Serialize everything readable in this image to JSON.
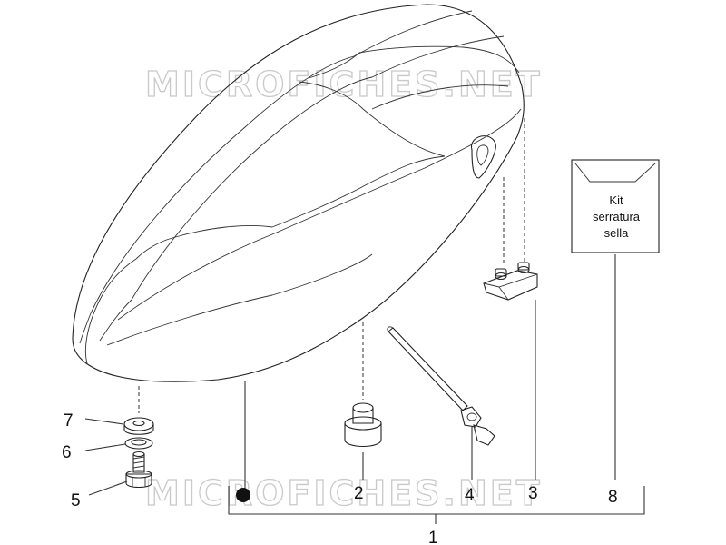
{
  "watermark": "MICROFICHES.NET",
  "kit": {
    "lines": [
      "Kit",
      "serratura",
      "sella"
    ]
  },
  "callouts": {
    "c1": "1",
    "c2": "2",
    "c3": "3",
    "c4": "4",
    "c5": "5",
    "c6": "6",
    "c7": "7",
    "c8": "8"
  }
}
